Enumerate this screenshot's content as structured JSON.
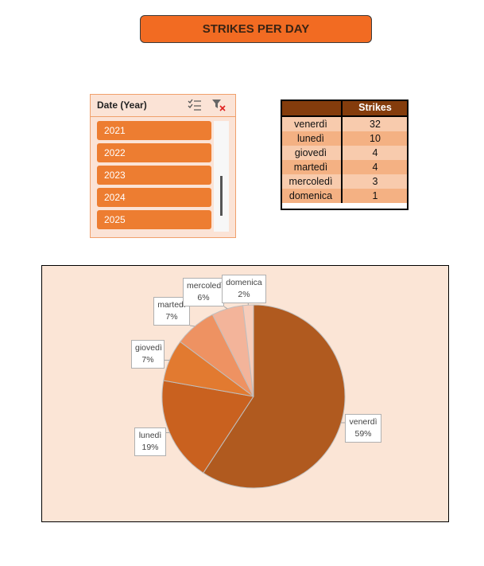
{
  "title": "STRIKES PER DAY",
  "slicer": {
    "title": "Date (Year)",
    "items": [
      "2021",
      "2022",
      "2023",
      "2024",
      "2025"
    ]
  },
  "pivot": {
    "header_label": "",
    "header_value": "Strikes",
    "rows": [
      {
        "day": "venerdì",
        "value": "32"
      },
      {
        "day": "lunedì",
        "value": "10"
      },
      {
        "day": "giovedì",
        "value": "4"
      },
      {
        "day": "martedì",
        "value": "4"
      },
      {
        "day": "mercoledì",
        "value": "3"
      },
      {
        "day": "domenica",
        "value": "1"
      }
    ]
  },
  "colors": {
    "accent": "#f26b22",
    "slicer_item": "#ed7d31",
    "pivot_header": "#843c0c",
    "chart_bg": "#fbe5d6"
  },
  "chart_data": {
    "type": "pie",
    "labels": [
      "venerdì",
      "lunedì",
      "giovedì",
      "martedì",
      "mercoledì",
      "domenica"
    ],
    "values": [
      32,
      10,
      4,
      4,
      3,
      1
    ],
    "percent_labels": [
      "59%",
      "19%",
      "7%",
      "7%",
      "6%",
      "2%"
    ],
    "colors": [
      "#b05a1f",
      "#c9611f",
      "#e27a30",
      "#ee9262",
      "#f3b49a",
      "#f7cdbb"
    ]
  }
}
